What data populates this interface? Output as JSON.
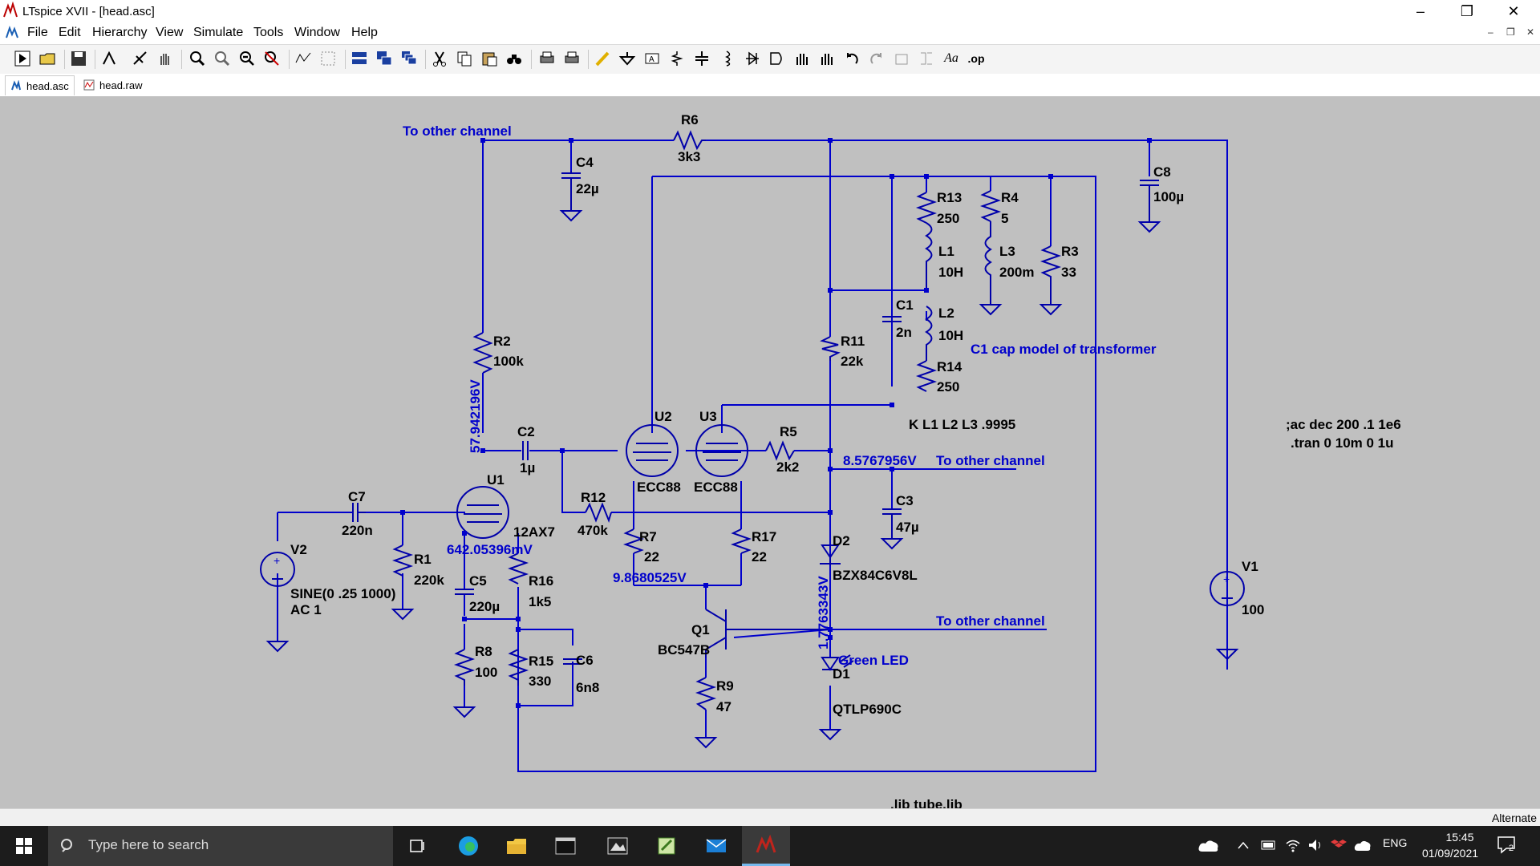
{
  "window": {
    "title": "LTspice XVII - [head.asc]"
  },
  "menu": [
    "File",
    "Edit",
    "Hierarchy",
    "View",
    "Simulate",
    "Tools",
    "Window",
    "Help"
  ],
  "tabs": [
    {
      "label": "head.asc",
      "icon": "schematic-icon"
    },
    {
      "label": "head.raw",
      "icon": "waveform-icon"
    }
  ],
  "schematic": {
    "components": {
      "R6": {
        "name": "R6",
        "value": "3k3"
      },
      "C4": {
        "name": "C4",
        "value": "22µ"
      },
      "C8": {
        "name": "C8",
        "value": "100µ"
      },
      "R13": {
        "name": "R13",
        "value": "250"
      },
      "R4": {
        "name": "R4",
        "value": "5"
      },
      "L1": {
        "name": "L1",
        "value": "10H"
      },
      "L3": {
        "name": "L3",
        "value": "200m"
      },
      "R3": {
        "name": "R3",
        "value": "33"
      },
      "C1": {
        "name": "C1",
        "value": "2n"
      },
      "L2": {
        "name": "L2",
        "value": "10H"
      },
      "R14": {
        "name": "R14",
        "value": "250"
      },
      "R11": {
        "name": "R11",
        "value": "22k"
      },
      "R2": {
        "name": "R2",
        "value": "100k"
      },
      "C2": {
        "name": "C2",
        "value": "1µ"
      },
      "U2": {
        "name": "U2",
        "value": "ECC88"
      },
      "U3": {
        "name": "U3",
        "value": "ECC88"
      },
      "R5": {
        "name": "R5",
        "value": "2k2"
      },
      "U1": {
        "name": "U1",
        "value": "12AX7"
      },
      "C7": {
        "name": "C7",
        "value": "220n"
      },
      "R12": {
        "name": "R12",
        "value": "470k"
      },
      "C3": {
        "name": "C3",
        "value": "47µ"
      },
      "V2": {
        "name": "V2",
        "value": "SINE(0 .25 1000)",
        "value2": "AC 1"
      },
      "R1": {
        "name": "R1",
        "value": "220k"
      },
      "R7": {
        "name": "R7",
        "value": "22"
      },
      "R17": {
        "name": "R17",
        "value": "22"
      },
      "D2": {
        "name": "D2",
        "value": "BZX84C6V8L"
      },
      "V1": {
        "name": "V1",
        "value": "100"
      },
      "C5": {
        "name": "C5",
        "value": "220µ"
      },
      "R16": {
        "name": "R16",
        "value": "1k5"
      },
      "Q1": {
        "name": "Q1",
        "value": "BC547B"
      },
      "R8": {
        "name": "R8",
        "value": "100"
      },
      "R15": {
        "name": "R15",
        "value": "330"
      },
      "C6": {
        "name": "C6",
        "value": "6n8"
      },
      "R9": {
        "name": "R9",
        "value": "47"
      },
      "D1": {
        "name": "D1",
        "value": "QTLP690C"
      }
    },
    "netlabels": {
      "top": "To other channel",
      "mid": "To other channel",
      "low": "To other channel",
      "led": "Green LED",
      "c1note": "C1 cap model of transformer"
    },
    "voltages": {
      "v_u1_anode": "57.942196V",
      "v_u1_cathode": "642.05396mV",
      "v_r7": "9.8680525V",
      "v_d2": "1.7763343V",
      "v_out": "8.5767956V"
    },
    "directives": {
      "coupling": "K L1 L2 L3 .9995",
      "ac": ";ac dec 200 .1 1e6",
      "tran": ".tran 0 10m 0 1u",
      "lib": ".lib tube.lib"
    }
  },
  "status": {
    "mode": "Alternate"
  },
  "taskbar": {
    "search_placeholder": "Type here to search",
    "language": "ENG",
    "time": "15:45",
    "date": "01/09/2021",
    "notifications": "2"
  },
  "colors": {
    "wire": "#0000cc",
    "canvas": "#c0c0c0",
    "taskbar": "#1c1c1c"
  }
}
